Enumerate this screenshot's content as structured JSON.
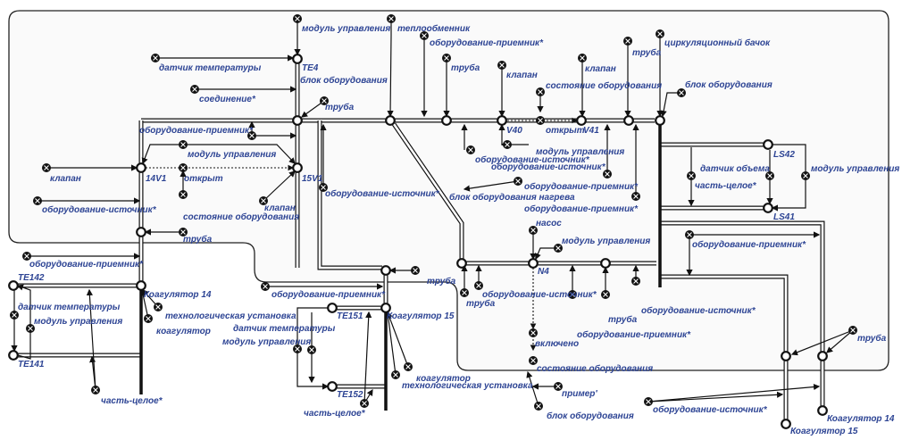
{
  "colors": {
    "label": "#2d4494",
    "line": "#111111",
    "frame_fill": "#fafafa"
  },
  "icons": {
    "node": "open-circle-node",
    "marker": "crossed-circle-marker",
    "arrow": "arrowhead"
  },
  "labels": [
    "модуль управления",
    "теплообменник",
    "оборудование-приемник*",
    "датчик температуры",
    "TE4",
    "блок оборудования",
    "труба",
    "клапан",
    "клапан",
    "труба",
    "циркуляционный бачок",
    "состояние оборудования",
    "блок оборудования",
    "соединение*",
    "труба",
    "оборудование-приемник*",
    "V40",
    "открыт",
    "V41",
    "модуль управления",
    "оборудование-источник*",
    "оборудование-источник*",
    "модуль управления",
    "клапан",
    "14V1",
    "открыт",
    "15V1",
    "датчик объема",
    "LS42",
    "модуль управления",
    "оборудование-источник*",
    "часть-целое*",
    "оборудование-приемник*",
    "блок оборудования нагрева",
    "оборудование-приемник*",
    "LS41",
    "оборудование-источник*",
    "клапан",
    "состояние оборудования",
    "насос",
    "модуль управления",
    "оборудование-приемник*",
    "труба",
    "оборудование-приемник*",
    "N4",
    "TE142",
    "труба",
    "оборудование-приемник*",
    "Коагулятор 14",
    "оборудование-источник*",
    "труба",
    "технологическая установка",
    "датчик температуры",
    "модуль управления",
    "TE151",
    "Коагулятор 15",
    "оборудование-источник*",
    "труба",
    "коагулятор",
    "датчик температуры",
    "модуль управления",
    "оборудование-приемник*",
    "включено",
    "труба",
    "TE141",
    "состояние оборудования",
    "коагулятор",
    "технологическая установка",
    "TE152",
    "пример'",
    "часть-целое*",
    "часть-целое*",
    "оборудование-источник*",
    "блок оборудования",
    "Коагулятор 14",
    "Коагулятор 15"
  ]
}
